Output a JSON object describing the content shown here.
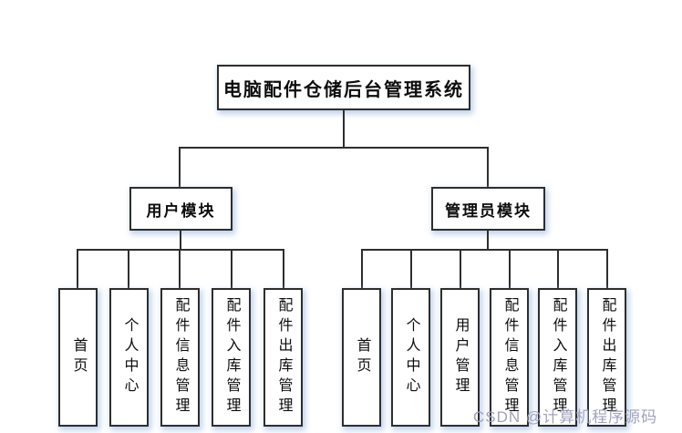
{
  "diagram": {
    "title_node": "电脑配件仓储后台管理系统",
    "root": {
      "label": "电脑配件仓储后台管理系统"
    },
    "modules": [
      {
        "label": "用户模块",
        "children": [
          "首页",
          "个人中心",
          "配件信息管理",
          "配件入库管理",
          "配件出库管理"
        ]
      },
      {
        "label": "管理员模块",
        "children": [
          "首页",
          "个人中心",
          "用户管理",
          "配件信息管理",
          "配件入库管理",
          "配件出库管理"
        ]
      }
    ]
  },
  "watermark": {
    "text": "CSDN @计算机程序源码",
    "color": "#a2a3bd"
  },
  "colors": {
    "background": "#ffffff",
    "box_border": "#2e2e2e",
    "connector_line": "#2e2e2e",
    "box_shadow": "#aac3e6",
    "text": "#0d0d0d"
  }
}
